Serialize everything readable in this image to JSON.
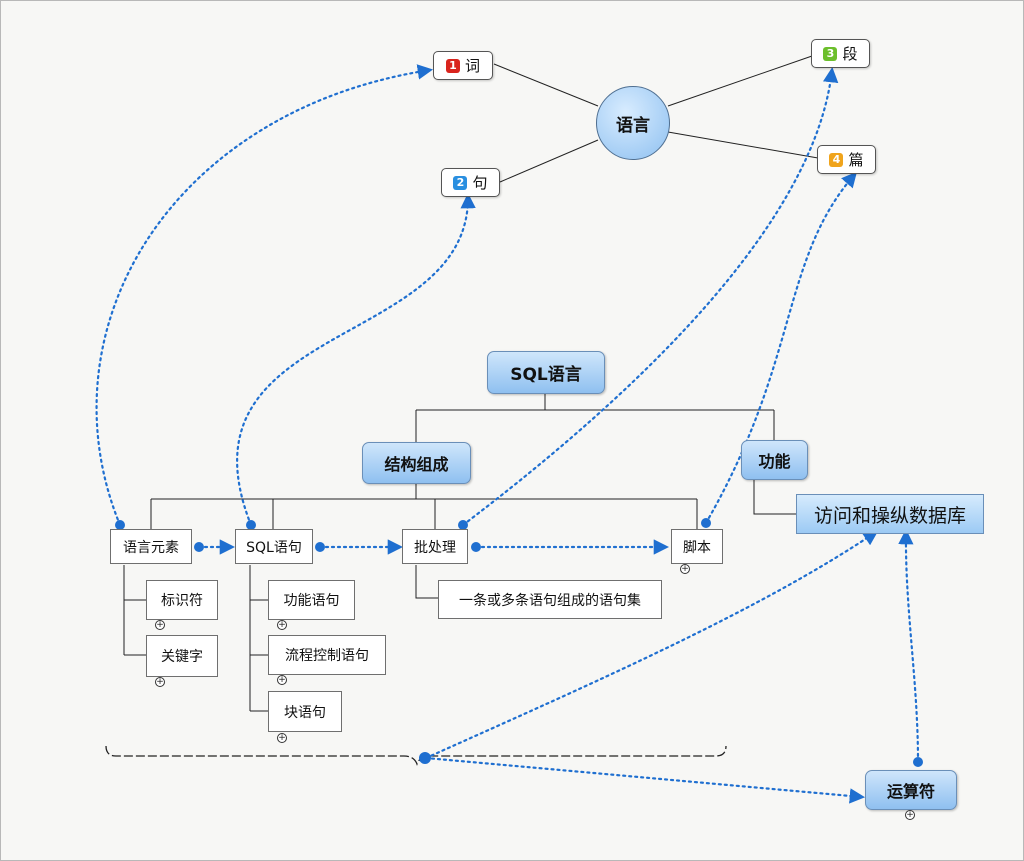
{
  "center": {
    "label": "语言"
  },
  "levels": [
    {
      "num": "1",
      "label": "词",
      "color": "#d9241d"
    },
    {
      "num": "2",
      "label": "句",
      "color": "#2a8fe0"
    },
    {
      "num": "3",
      "label": "段",
      "color": "#6cbf2c"
    },
    {
      "num": "4",
      "label": "篇",
      "color": "#f0a41c"
    }
  ],
  "root": {
    "label": "SQL语言"
  },
  "branches": {
    "structure": "结构组成",
    "function": "功能"
  },
  "function_detail": "访问和操纵数据库",
  "elements": {
    "lang_elements": "语言元素",
    "sql_statement": "SQL语句",
    "batch": "批处理",
    "script": "脚本"
  },
  "lang_children": [
    "标识符",
    "关键字"
  ],
  "statement_children": [
    "功能语句",
    "流程控制语句",
    "块语句"
  ],
  "batch_child": "一条或多条语句组成的语句集",
  "operator": "运算符"
}
